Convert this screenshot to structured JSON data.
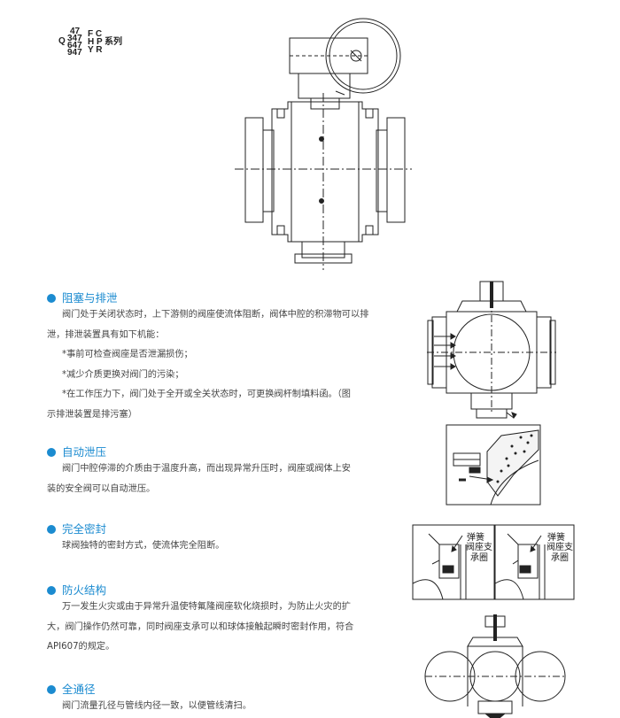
{
  "series": {
    "prefix": "Q",
    "numbers": [
      "47",
      "347",
      "647",
      "947"
    ],
    "codes": [
      "F C",
      "H P",
      "Y R"
    ],
    "suffix": "系列"
  },
  "sections": [
    {
      "title": "阻塞与排泄",
      "lines": [
        "阀门处于关闭状态时，上下游侧的阀座使流体阻断，阀体中腔的积滞物可以排",
        "泄，排泄装置具有如下机能：",
        "*事前可检查阀座是否泄漏损伤；",
        "*减少介质更换对阀门的污染；",
        "*在工作压力下，阀门处于全开或全关状态时，可更换阀杆制填料函。（图",
        "示排泄装置是排污塞）"
      ]
    },
    {
      "title": "自动泄压",
      "lines": [
        "阀门中腔停滞的介质由于温度升高，而出现异常升压时，阀座或阀体上安",
        "装的安全阀可以自动泄压。"
      ]
    },
    {
      "title": "完全密封",
      "lines": [
        "球阀独特的密封方式，使流体完全阻断。"
      ]
    },
    {
      "title": "防火结构",
      "lines": [
        "万一发生火灾或由于异常升温使特氟隆阀座软化烧损时，为防止火灾的扩",
        "大，阀门操作仍然可靠，同时阀座支承可以和球体接触起瞬时密封作用，符合",
        "API607的规定。"
      ]
    },
    {
      "title": "全通径",
      "lines": [
        "阀门流量孔径与管线内径一致，以便管线清扫。"
      ]
    }
  ],
  "figure_labels": {
    "spring": "弹簧",
    "seat_support_1": "阀座支",
    "seat_support_2": "承圈"
  },
  "colors": {
    "accent": "#1b8bd0",
    "drawing": "#222222"
  }
}
